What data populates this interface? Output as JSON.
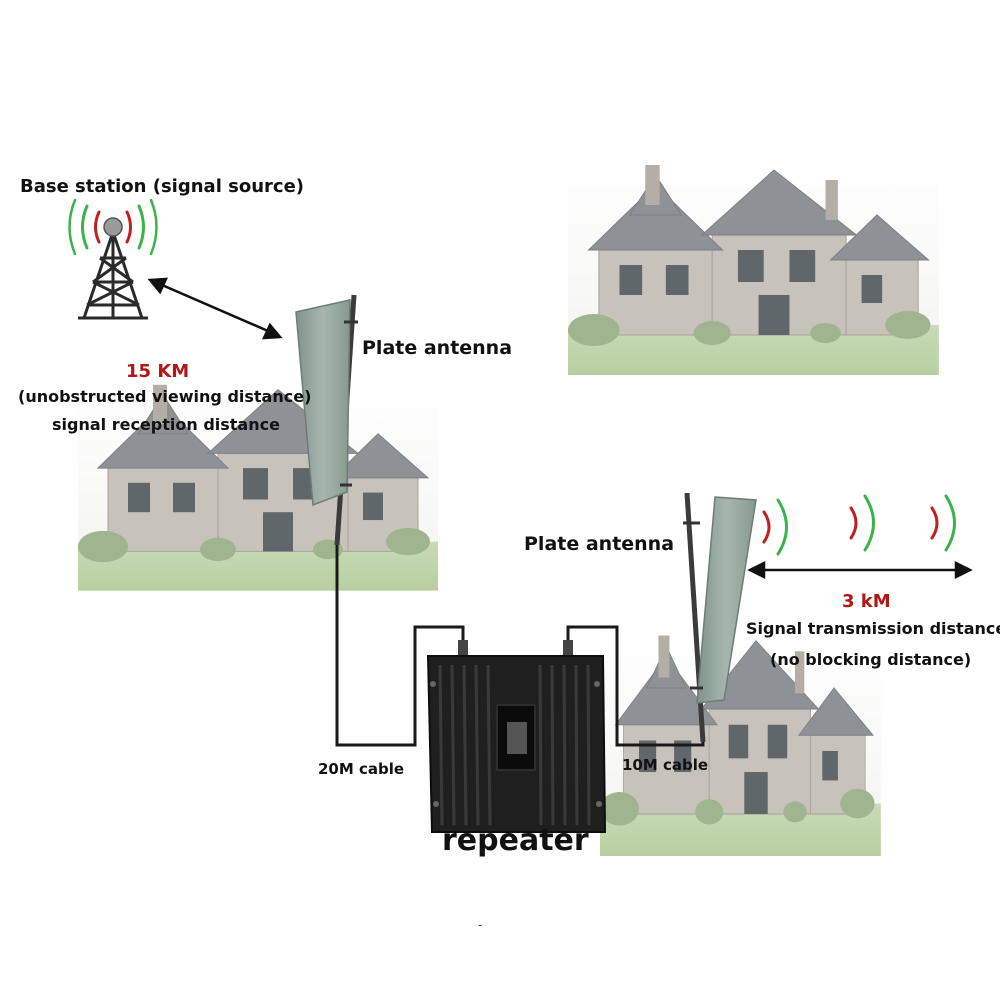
{
  "base_station": {
    "title": "Base station (signal source)",
    "icon": "tower-icon"
  },
  "reception": {
    "distance": "15 KM",
    "line1": "(unobstructed viewing distance)",
    "line2": "signal reception distance"
  },
  "antenna_left": {
    "label": "Plate antenna"
  },
  "antenna_right": {
    "label": "Plate antenna"
  },
  "transmission": {
    "distance": "3 kM",
    "line1": "Signal transmission distance",
    "line2": "(no blocking distance)"
  },
  "cables": {
    "left": "20M cable",
    "right": "10M cable"
  },
  "repeater": {
    "label": "repeater"
  },
  "footer_mark": "-",
  "colors": {
    "distance_red": "#b01818",
    "wave_red": "#c0201f",
    "wave_green": "#3cb34a",
    "antenna": "#8fa29a"
  }
}
